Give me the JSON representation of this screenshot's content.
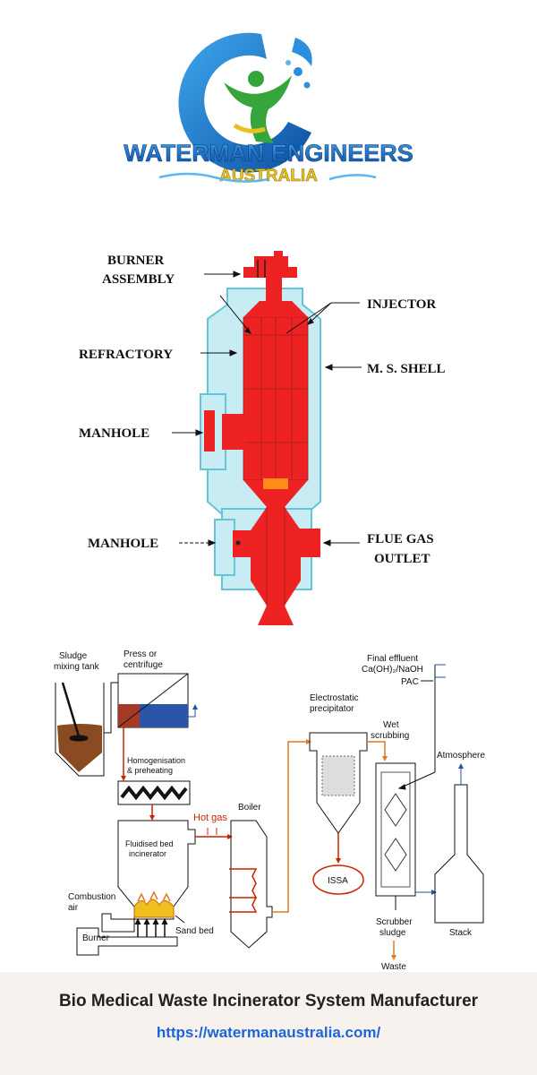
{
  "logo": {
    "line1": "WATERMAN ENGINEERS",
    "line2": "AUSTRALIA",
    "colors": {
      "blue": "#1e78c8",
      "green": "#36a63c",
      "yellow": "#e8c21e"
    }
  },
  "incinerator_diagram": {
    "labels": {
      "burner_line1": "BURNER",
      "burner_line2": "ASSEMBLY",
      "injector": "INJECTOR",
      "refractory": "REFRACTORY",
      "ms_shell": "M. S. SHELL",
      "manhole_upper": "MANHOLE",
      "manhole_lower": "MANHOLE",
      "flue_line1": "FLUE GAS",
      "flue_line2": "OUTLET"
    },
    "colors": {
      "refractory": "#ee2222",
      "shell": "#c7ecf4",
      "shell_stroke": "#66c4d8",
      "accent": "#ff8c1a"
    }
  },
  "process_diagram": {
    "labels": {
      "sludge_tank_1": "Sludge",
      "sludge_tank_2": "mixing tank",
      "press_1": "Press or",
      "press_2": "centrifuge",
      "homog_1": "Homogenisation",
      "homog_2": "& preheating",
      "hot_gas": "Hot gas",
      "boiler": "Boiler",
      "fbi_1": "Fluidised bed",
      "fbi_2": "incinerator",
      "combustion_1": "Combustion",
      "combustion_2": "air",
      "burner": "Burner",
      "sand_bed": "Sand bed",
      "esp_1": "Electrostatic",
      "esp_2": "precipitator",
      "wet_1": "Wet",
      "wet_2": "scrubbing",
      "issa": "ISSA",
      "final_effluent": "Final effluent",
      "caoh": "Ca(OH)₂/NaOH",
      "pac": "PAC",
      "atmosphere": "Atmosphere",
      "scrubber_1": "Scrubber",
      "scrubber_2": "sludge",
      "stack": "Stack",
      "waste": "Waste"
    },
    "colors": {
      "gas_flow": "#e07820",
      "hot": "#cc2200",
      "water": "#2050a8",
      "flame": "#f0c020"
    }
  },
  "footer": {
    "title": "Bio Medical Waste Incinerator System Manufacturer",
    "url": "https://watermanaustralia.com/"
  }
}
